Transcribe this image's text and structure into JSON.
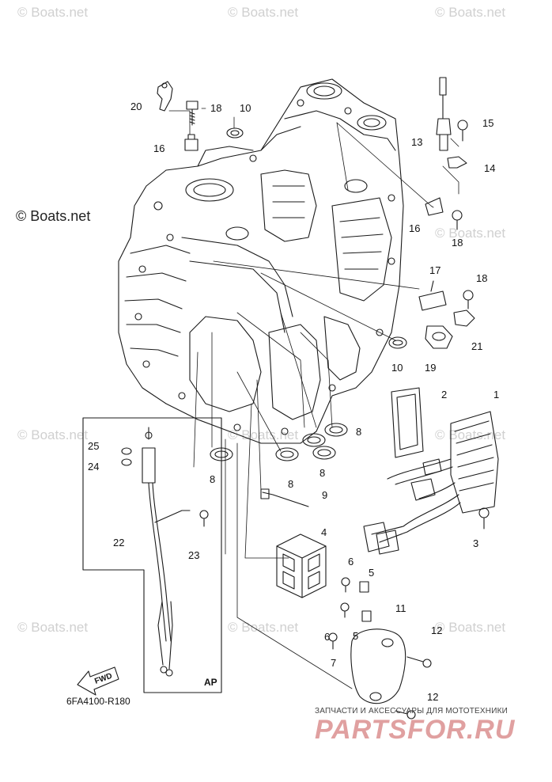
{
  "watermarks": {
    "small": [
      "© Boats.net",
      "© Boats.net",
      "© Boats.net",
      "© Boats.net",
      "© Boats.net",
      "© Boats.net",
      "© Boats.net",
      "© Boats.net",
      "© Boats.net",
      "© Boats.net"
    ],
    "main": "© Boats.net"
  },
  "diagram_code": "6FA4100-R180",
  "inset_label": "AP",
  "fwd_label": "FWD",
  "callouts": [
    "1",
    "2",
    "3",
    "4",
    "5",
    "5",
    "6",
    "6",
    "7",
    "8",
    "8",
    "8",
    "8",
    "8",
    "9",
    "10",
    "10",
    "11",
    "12",
    "12",
    "13",
    "14",
    "15",
    "16",
    "16",
    "17",
    "18",
    "18",
    "18",
    "19",
    "20",
    "21",
    "22",
    "23",
    "24",
    "25"
  ],
  "footer": {
    "tagline": "ЗАПЧАСТИ И АКСЕССУАРЫ ДЛЯ МОТОТЕХНИКИ",
    "brand": "PARTSFOR.RU"
  },
  "colors": {
    "line": "#1a1a1a",
    "watermark": "#d0d0d0",
    "brand": "#e0a0a0"
  }
}
